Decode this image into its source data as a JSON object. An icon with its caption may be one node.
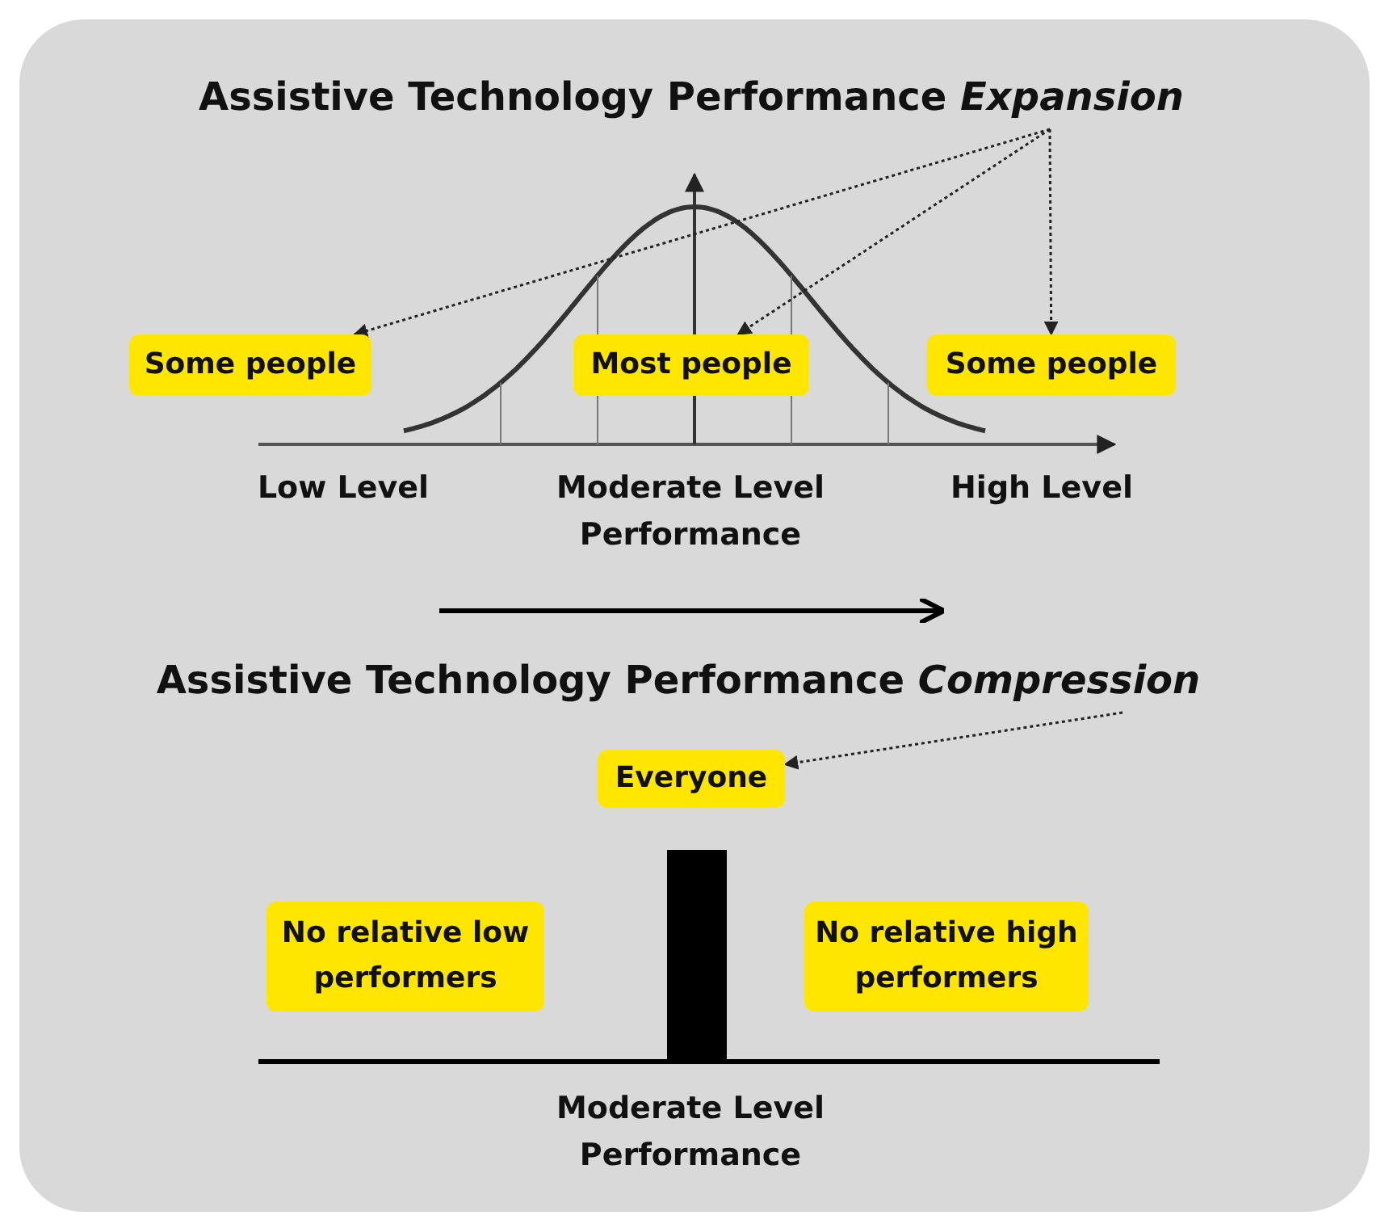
{
  "diagram": {
    "nodes": [
      {
        "text": [
          "Assistive Technology Performance *Expansion*"
        ]
      },
      {
        "text": [
          "Some people"
        ]
      },
      {
        "text": [
          "Most people"
        ]
      },
      {
        "text": [
          "Some people"
        ]
      },
      {
        "text": [
          "Assistive Technology Performance *Compression*"
        ]
      },
      {
        "text": [
          "Everyone"
        ]
      },
      {
        "text": [
          "No relative low performers"
        ]
      },
      {
        "text": [
          "No relative high performers"
        ]
      }
    ],
    "edges": [
      {
        "from": 0,
        "to": 1,
        "arrow": "to"
      },
      {
        "from": 0,
        "to": 2,
        "arrow": "to"
      },
      {
        "from": 0,
        "to": 3,
        "arrow": "to"
      },
      {
        "from": 4,
        "to": 5,
        "arrow": "to"
      }
    ],
    "labels": [
      "Low Level",
      "Moderate Level Performance",
      "High Level",
      "Moderate Level Performance"
    ]
  }
}
